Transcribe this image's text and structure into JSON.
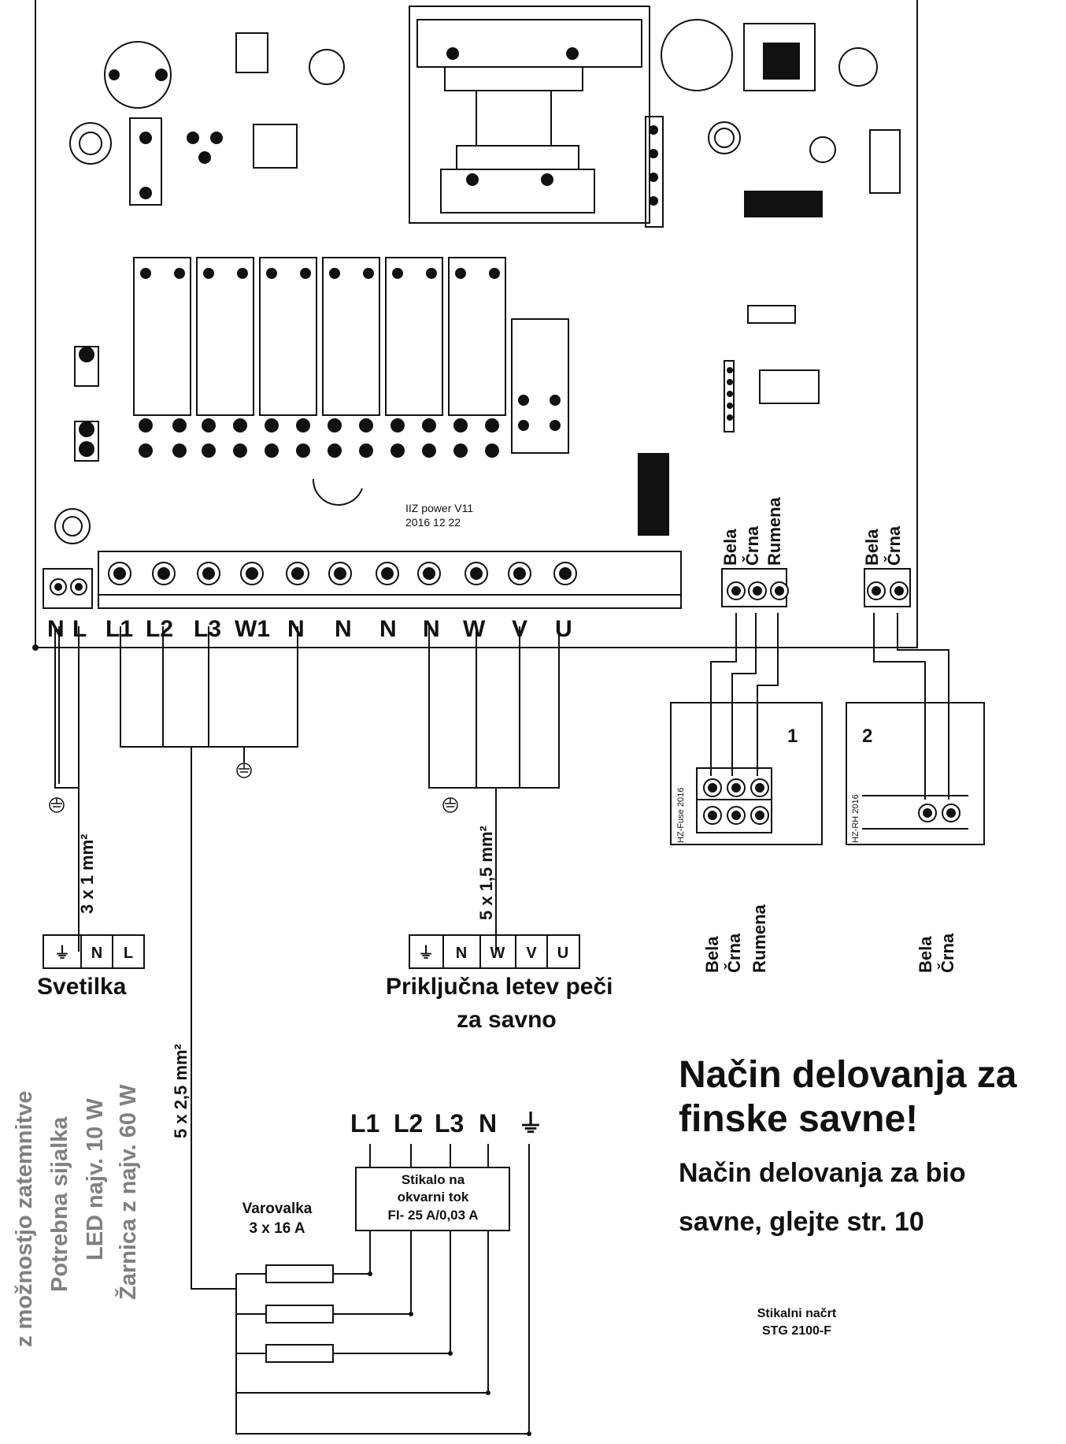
{
  "board": {
    "label_line1": "IIZ power V11",
    "label_line2": "2016 12 22"
  },
  "terminals": [
    "N",
    "L",
    "L1",
    "L2",
    "L3",
    "W1",
    "N",
    "N",
    "N",
    "N",
    "W",
    "V",
    "U"
  ],
  "sensor_connectors": {
    "connector1_wires": [
      "Bela",
      "Črna",
      "Rumena"
    ],
    "connector2_wires": [
      "Bela",
      "Črna"
    ]
  },
  "sensors": {
    "sensor1": {
      "number": "1",
      "pcb_label": "HZ-Fuse 2016"
    },
    "sensor2": {
      "number": "2",
      "pcb_label": "HZ-RH 2016"
    },
    "sensor1_wires": [
      "Bela",
      "Črna",
      "Rumena"
    ],
    "sensor2_wires": [
      "Bela",
      "Črna"
    ]
  },
  "cables": {
    "lamp_cable": "3 x 1 mm²",
    "heater_cable": "5 x 1,5 mm²",
    "supply_cable": "5 x 2,5 mm²"
  },
  "lamp_block": {
    "cells": [
      "⏚",
      "N",
      "L"
    ],
    "label": "Svetilka"
  },
  "heater_block": {
    "cells": [
      "⏚",
      "N",
      "W",
      "V",
      "U"
    ],
    "label_line1": "Priključna letev peči",
    "label_line2": "za savno"
  },
  "supply": {
    "lines": [
      "L1",
      "L2",
      "L3",
      "N",
      "⏚"
    ],
    "rcd_line1": "Stikalo na",
    "rcd_line2": "okvarni tok",
    "rcd_line3": "FI- 25 A/0,03 A",
    "fuse_line1": "Varovalka",
    "fuse_line2": "3 x 16 A"
  },
  "side_note": {
    "line1": "Potrebna sijalka",
    "line2": "LED najv. 10 W",
    "line3": "Žarnica z najv. 60 W",
    "line4": "z možnostjo zatemnitve"
  },
  "heading": {
    "line1": "Način delovanja za",
    "line2": "finske savne!",
    "line3": "Način delovanja za bio",
    "line4": "savne, glejte str. 10"
  },
  "footer": {
    "line1": "Stikalni načrt",
    "line2": "STG 2100-F"
  }
}
